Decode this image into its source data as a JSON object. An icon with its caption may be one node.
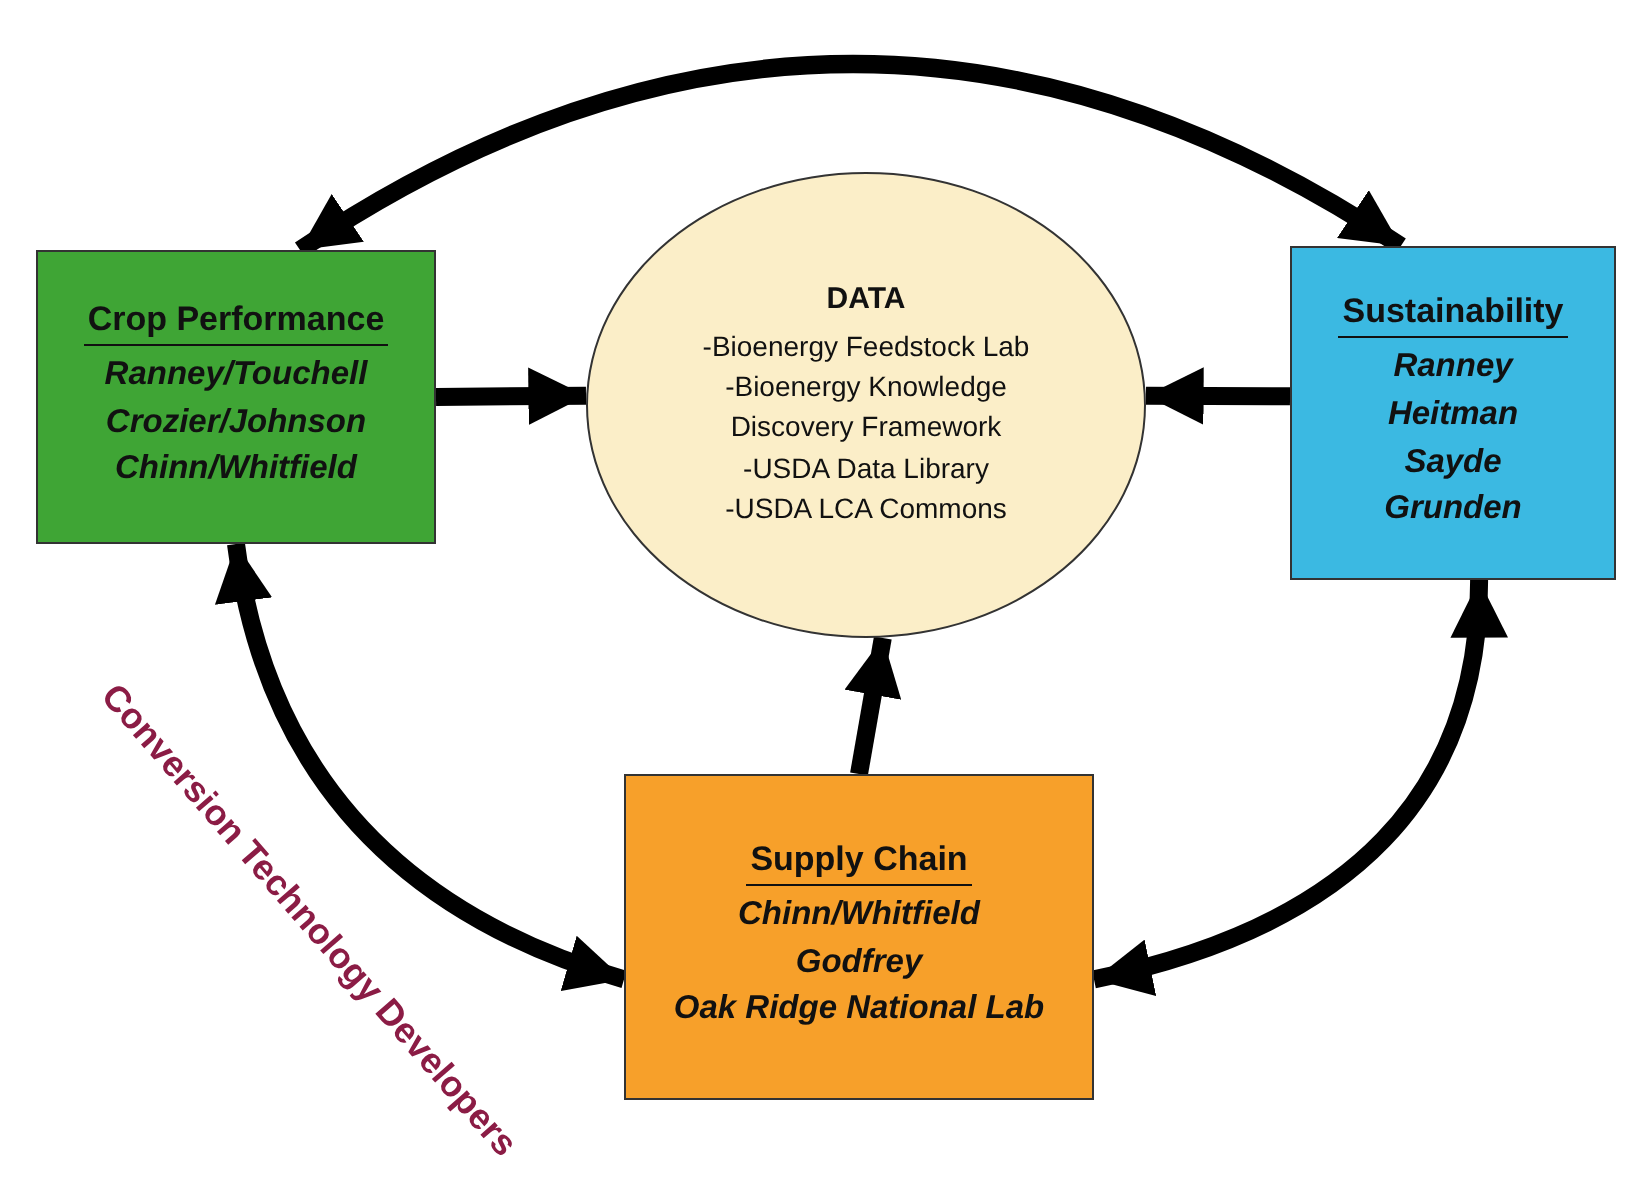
{
  "diagram": {
    "nodes": [
      {
        "text": [
          "Crop Performance",
          "Ranney/Touchell",
          "Crozier/Johnson",
          "Chinn/Whitfield"
        ]
      },
      {
        "text": [
          "DATA",
          "-Bioenergy Feedstock Lab",
          "-Bioenergy Knowledge Discovery Framework",
          "-USDA Data Library",
          "-USDA LCA Commons"
        ]
      },
      {
        "text": [
          "Sustainability",
          "Ranney",
          "Heitman",
          "Sayde",
          "Grunden"
        ]
      },
      {
        "text": [
          "Supply Chain",
          "Chinn/Whitfield",
          "Godfrey",
          "Oak Ridge National Lab"
        ]
      }
    ],
    "edges": [
      {
        "from": 0,
        "to": 2,
        "arrow": "both"
      },
      {
        "from": 0,
        "to": 1,
        "arrow": "to"
      },
      {
        "from": 2,
        "to": 1,
        "arrow": "to"
      },
      {
        "from": 3,
        "to": 1,
        "arrow": "to"
      },
      {
        "from": 0,
        "to": 3,
        "arrow": "both"
      },
      {
        "from": 3,
        "to": 2,
        "arrow": "both"
      }
    ],
    "labels": [
      "Conversion Technology Developers"
    ]
  }
}
